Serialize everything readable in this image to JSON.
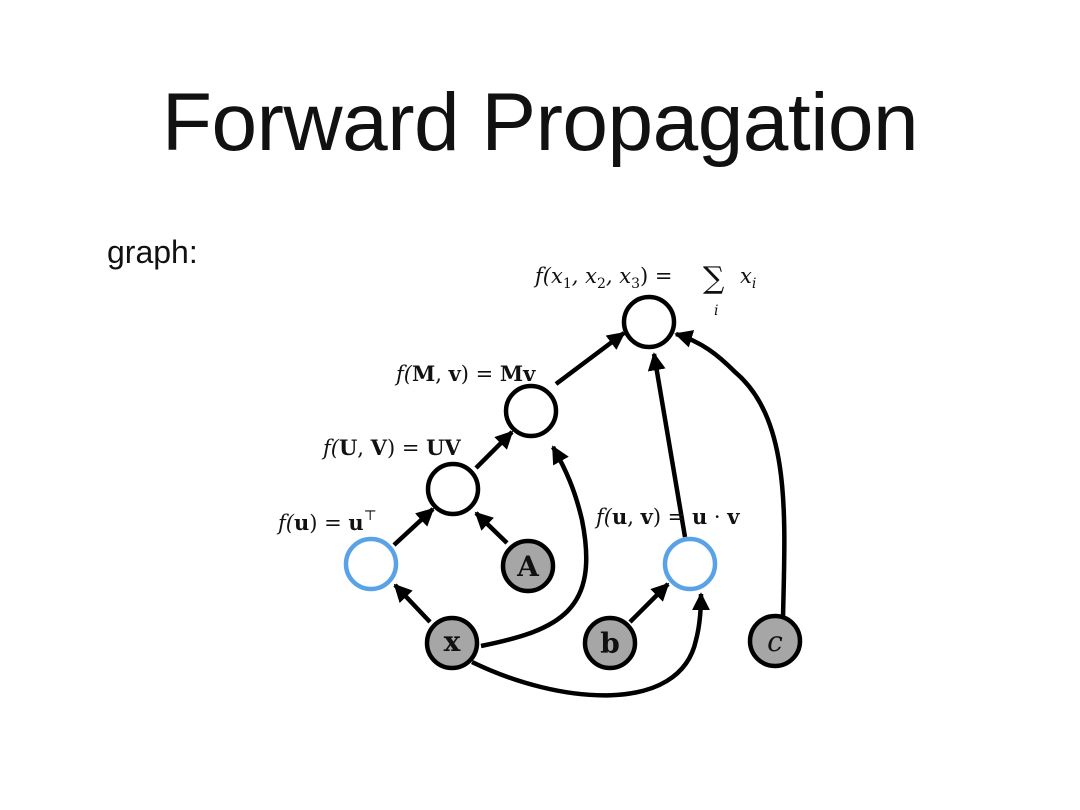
{
  "slide": {
    "title": "Forward Propagation",
    "subtitle": "graph:"
  },
  "colors": {
    "edge": "#000000",
    "node_stroke": "#000000",
    "op_fill": "#ffffff",
    "leaf_fill": "#a6a6a6",
    "highlight_stroke": "#5aa2e8"
  },
  "nodes": {
    "x": "x",
    "A": "A",
    "b": "b",
    "c": "c"
  },
  "functions": {
    "sum": {
      "head": "f(x",
      "s1": "1",
      "m1": ", x",
      "s2": "2",
      "m2": ", x",
      "s3": "3",
      "tail": ") =",
      "sigma": "∑",
      "index": "i",
      "term": "x",
      "term_sub": "i"
    },
    "mv": {
      "plain": "f(",
      "b1": "M",
      "sep": ", ",
      "b2": "v",
      "mid": ") = ",
      "b3": "Mv"
    },
    "uv": {
      "plain": "f(",
      "b1": "U",
      "sep": ", ",
      "b2": "V",
      "mid": ") = ",
      "b3": "UV"
    },
    "transpose": {
      "plain": "f(",
      "b1": "u",
      "mid": ") = ",
      "b2": "u",
      "sup": "⊤"
    },
    "dot": {
      "plain": "f(",
      "b1": "u",
      "sep": ", ",
      "b2": "v",
      "mid": ") = ",
      "b3": "u",
      "dot": " · ",
      "b4": "v"
    }
  }
}
